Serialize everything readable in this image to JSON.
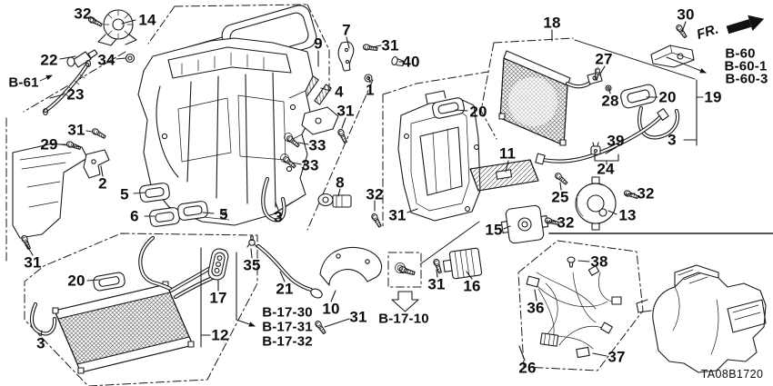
{
  "figure": {
    "code": "TA08B1720",
    "direction_label": "FR."
  },
  "ref_codes": {
    "b61": "B-61",
    "b60": "B-60",
    "b60_1": "B-60-1",
    "b60_3": "B-60-3",
    "b17_30": "B-17-30",
    "b17_31": "B-17-31",
    "b17_32": "B-17-32",
    "b17_10": "B-17-10"
  },
  "callouts": {
    "n1": "1",
    "n2": "2",
    "n3a": "3",
    "n3b": "3",
    "n3c": "3",
    "n4": "4",
    "n5a": "5",
    "n5b": "5",
    "n6": "6",
    "n7": "7",
    "n8": "8",
    "n9": "9",
    "n10": "10",
    "n11": "11",
    "n12": "12",
    "n13": "13",
    "n14": "14",
    "n15": "15",
    "n16": "16",
    "n17": "17",
    "n18": "18",
    "n19": "19",
    "n20a": "20",
    "n20b": "20",
    "n20c": "20",
    "n21": "21",
    "n22": "22",
    "n23": "23",
    "n24": "24",
    "n25": "25",
    "n26": "26",
    "n27": "27",
    "n28": "28",
    "n29": "29",
    "n30": "30",
    "n31a": "31",
    "n31b": "31",
    "n31c": "31",
    "n31d": "31",
    "n31e": "31",
    "n31f": "31",
    "n31g": "31",
    "n32a": "32",
    "n32b": "32",
    "n32c": "32",
    "n32d": "32",
    "n33a": "33",
    "n33b": "33",
    "n34": "34",
    "n35": "35",
    "n36": "36",
    "n37": "37",
    "n38": "38",
    "n39": "39",
    "n40": "40"
  }
}
